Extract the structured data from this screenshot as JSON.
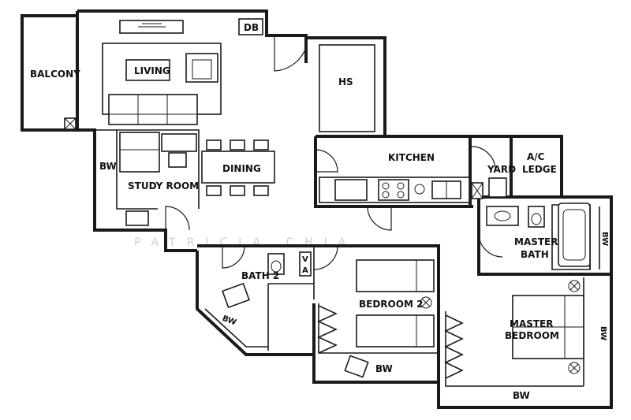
{
  "rooms": {
    "balcony": "BALCONY",
    "living": "LIVING",
    "db": "DB",
    "hs": "HS",
    "bw_study": "BW",
    "study_room": "STUDY ROOM",
    "dining": "DINING",
    "kitchen": "KITCHEN",
    "yard": "YARD",
    "ac_ledge_1": "A/C",
    "ac_ledge_2": "LEDGE",
    "bath2": "BATH 2",
    "va_v": "V",
    "va_a": "A",
    "bw_bath2": "BW",
    "bedroom2": "BEDROOM 2",
    "bw_bedroom2": "BW",
    "master_bath_1": "MASTER",
    "master_bath_2": "BATH",
    "bw_master_bath": "BW",
    "master_bedroom_1": "MASTER",
    "master_bedroom_2": "BEDROOM",
    "bw_master_right": "BW",
    "bw_master_bottom": "BW"
  },
  "watermark": "PATRICIA CHIA"
}
